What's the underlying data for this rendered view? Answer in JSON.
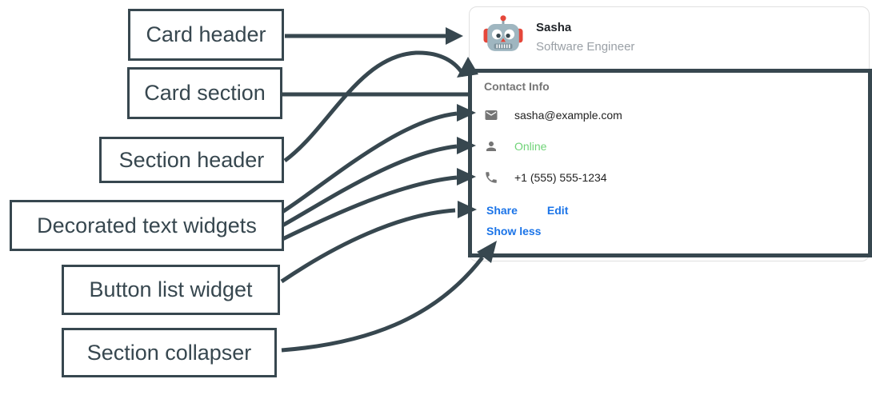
{
  "colors": {
    "annotation_dark": "#37474F",
    "link_blue": "#1B74E8",
    "online_green": "#6FD377",
    "icon_gray": "#757575",
    "card_border_gray": "#E0E0E0",
    "text_dark": "#212121",
    "subtitle_gray": "#9AA0A6"
  },
  "annotations": {
    "labels": [
      {
        "id": "card-header",
        "text": "Card header"
      },
      {
        "id": "card-section",
        "text": "Card section"
      },
      {
        "id": "section-header",
        "text": "Section header"
      },
      {
        "id": "decorated-text-widgets",
        "text": "Decorated text widgets"
      },
      {
        "id": "button-list-widget",
        "text": "Button list widget"
      },
      {
        "id": "section-collapser",
        "text": "Section collapser"
      }
    ]
  },
  "card": {
    "header": {
      "avatar_icon": "robot-avatar",
      "name": "Sasha",
      "title": "Software Engineer"
    },
    "section": {
      "header": "Contact Info",
      "rows": [
        {
          "icon": "email-icon",
          "text": "sasha@example.com",
          "color": "#212121"
        },
        {
          "icon": "person-icon",
          "text": "Online",
          "color": "#6FD377"
        },
        {
          "icon": "phone-icon",
          "text": "+1 (555) 555-1234",
          "color": "#212121"
        }
      ],
      "buttons": [
        {
          "label": "Share"
        },
        {
          "label": "Edit"
        }
      ],
      "collapser_label": "Show less"
    }
  }
}
